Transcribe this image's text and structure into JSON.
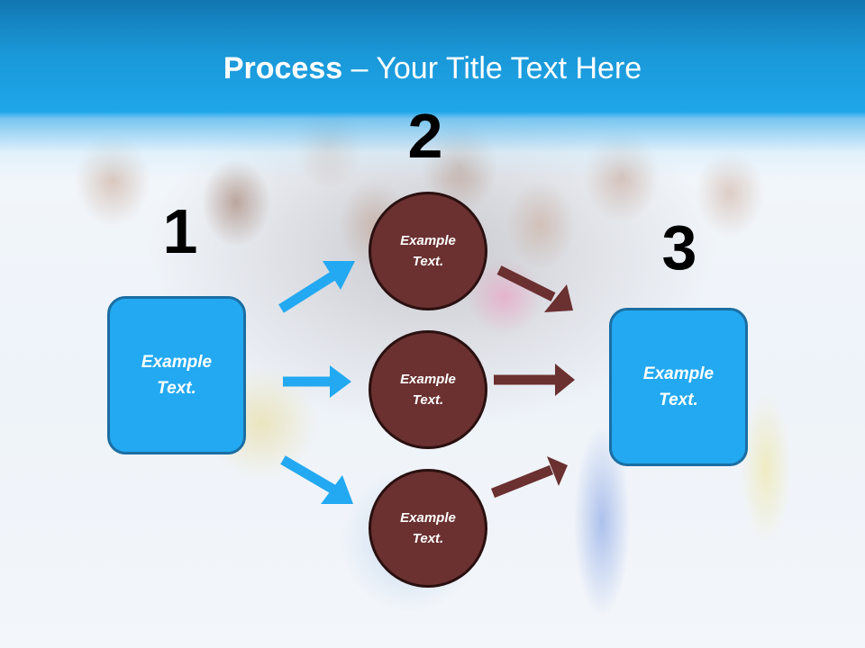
{
  "slide": {
    "title_bold": "Process",
    "title_rest": " – Your Title Text Here",
    "colors": {
      "title_band": "#1ea6ea",
      "box_fill": "#23a9f1",
      "box_border": "#1b6ea3",
      "circle_fill": "#6b3030",
      "circle_border": "#2a1010",
      "blue_arrow": "#23a9f1",
      "brown_arrow": "#6b3030"
    }
  },
  "steps": [
    {
      "number": "1",
      "box_text": "Example\nText."
    },
    {
      "number": "2",
      "circles": [
        "Example\nText.",
        "Example\nText.",
        "Example\nText."
      ]
    },
    {
      "number": "3",
      "box_text": "Example\nText."
    }
  ]
}
